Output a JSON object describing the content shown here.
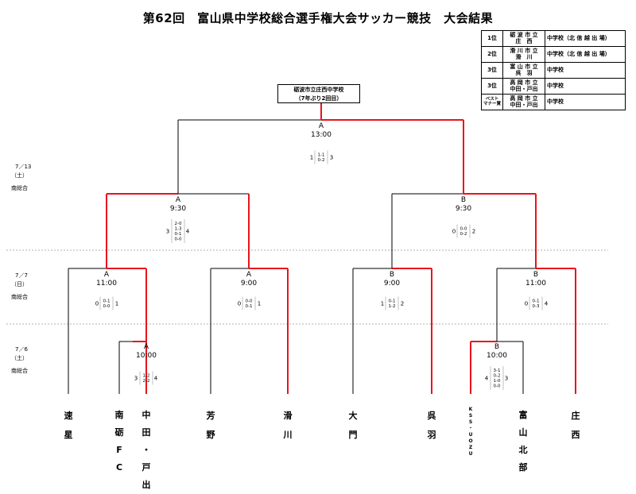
{
  "title": "第62回　富山県中学校総合選手権大会サッカー競技　大会結果",
  "results": [
    {
      "rank": "1位",
      "school": "砺 波 市 立\n庄　西",
      "suffix": "中学校（北 信 越 出 場）"
    },
    {
      "rank": "2位",
      "school": "滑 川 市 立\n滑　川",
      "suffix": "中学校（北 信 越 出 場）"
    },
    {
      "rank": "3位",
      "school": "富 山 市 立\n呉　羽",
      "suffix": "中学校"
    },
    {
      "rank": "3位",
      "school": "高 岡 市 立\n中田・戸出",
      "suffix": "中学校"
    },
    {
      "rank": "ベスト\nマナー賞",
      "school": "高 岡 市 立\n中田・戸出",
      "suffix": "中学校"
    }
  ],
  "champion": {
    "line1": "砺波市立庄西中学校",
    "line2": "（7年ぶり2回目）"
  },
  "dates": [
    {
      "date": "7／13",
      "day": "（土）",
      "venue": "南総合"
    },
    {
      "date": "7／7",
      "day": "（日）",
      "venue": "南総合"
    },
    {
      "date": "7／6",
      "day": "（土）",
      "venue": "南総合"
    }
  ],
  "teams": [
    {
      "name": "速星"
    },
    {
      "name": "南砺FC"
    },
    {
      "name": "中田・戸出"
    },
    {
      "name": "芳野"
    },
    {
      "name": "滑川"
    },
    {
      "name": "大門"
    },
    {
      "name": "呉羽"
    },
    {
      "name": "KSS・UOZU"
    },
    {
      "name": "富山北部"
    },
    {
      "name": "庄西"
    }
  ],
  "matches": {
    "final": {
      "court": "A",
      "time": "13:00",
      "left": "1",
      "right": "3",
      "halves": [
        "1-1",
        "0-2"
      ]
    },
    "sf_left": {
      "court": "A",
      "time": "9:30",
      "left": "3",
      "right": "4",
      "halves": [
        "2-0",
        "1-3",
        "0-1",
        "0-0"
      ]
    },
    "sf_right": {
      "court": "B",
      "time": "9:30",
      "left": "0",
      "right": "2",
      "halves": [
        "0-0",
        "0-2"
      ]
    },
    "qf1": {
      "court": "A",
      "time": "11:00",
      "left": "0",
      "right": "1",
      "halves": [
        "0-1",
        "0-0"
      ]
    },
    "qf2": {
      "court": "A",
      "time": "9:00",
      "left": "0",
      "right": "1",
      "halves": [
        "0-0",
        "0-1"
      ]
    },
    "qf3": {
      "court": "B",
      "time": "9:00",
      "left": "1",
      "right": "2",
      "halves": [
        "0-1",
        "1-2"
      ]
    },
    "qf4": {
      "court": "B",
      "time": "11:00",
      "left": "0",
      "right": "4",
      "halves": [
        "0-1",
        "0-3"
      ]
    },
    "r1a": {
      "court": "A",
      "time": "10:00",
      "left": "3",
      "right": "4",
      "halves": [
        "1-2",
        "2-2"
      ]
    },
    "r1b": {
      "court": "B",
      "time": "10:00",
      "left": "4",
      "right": "3",
      "halves": [
        "3-1",
        "0-2",
        "1-0",
        "0-0"
      ]
    }
  },
  "colors": {
    "winner": "#e8141c",
    "line": "#000000",
    "divider": "#999999"
  }
}
